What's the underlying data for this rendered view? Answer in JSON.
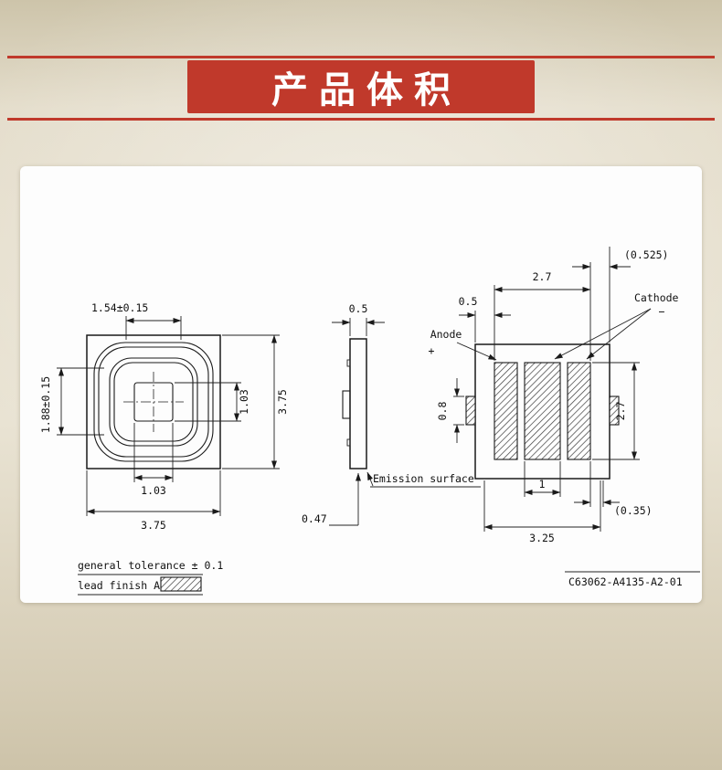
{
  "theme": {
    "accent": "#c0392b"
  },
  "banner": {
    "title": "产品体积"
  },
  "views": {
    "top": {
      "lens_width": "1.54±0.15",
      "lens_height": "1.88±0.15",
      "center_width": "1.03",
      "center_height": "1.03",
      "body_width": "3.75",
      "body_height": "3.75"
    },
    "side": {
      "thickness": "0.5",
      "standoff": "0.47",
      "emission_surface": "Emission surface"
    },
    "bottom": {
      "edge_to_pad_right": "(0.525)",
      "pad_span_top": "2.7",
      "edge_to_pad_left": "0.5",
      "anode": "Anode",
      "anode_polarity": "+",
      "cathode": "Cathode",
      "cathode_polarity": "−",
      "side_tab": "0.8",
      "pad_height": "2.7",
      "center_pad_width": "1",
      "pad_gap": "(0.35)",
      "lead_span": "3.25"
    }
  },
  "notes": {
    "general_tolerance": "general tolerance ± 0.1",
    "lead_finish": "lead finish Au"
  },
  "title_block": {
    "part_number": "C63062-A4135-A2-01"
  }
}
